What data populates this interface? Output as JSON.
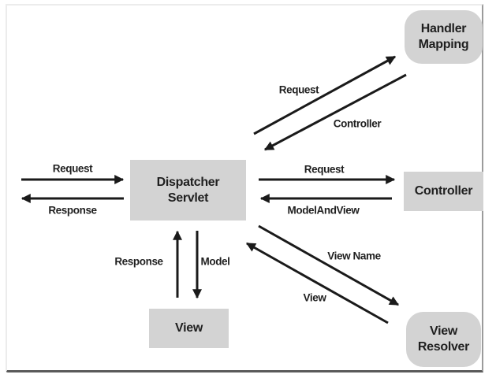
{
  "diagram": {
    "boxes": {
      "handler_mapping": {
        "label": "Handler Mapping",
        "shape": "rounded"
      },
      "dispatcher_servlet": {
        "label": "Dispatcher Servlet",
        "shape": "rect"
      },
      "controller": {
        "label": "Controller",
        "shape": "rect"
      },
      "view": {
        "label": "View",
        "shape": "rect"
      },
      "view_resolver": {
        "label": "View Resolver",
        "shape": "rounded"
      }
    },
    "arrows": {
      "left_request": {
        "label": "Request",
        "from": "client",
        "to": "dispatcher_servlet"
      },
      "left_response": {
        "label": "Response",
        "from": "dispatcher_servlet",
        "to": "client"
      },
      "hm_request": {
        "label": "Request",
        "from": "dispatcher_servlet",
        "to": "handler_mapping"
      },
      "hm_controller": {
        "label": "Controller",
        "from": "handler_mapping",
        "to": "dispatcher_servlet"
      },
      "ctrl_request": {
        "label": "Request",
        "from": "dispatcher_servlet",
        "to": "controller"
      },
      "ctrl_modelandview": {
        "label": "ModelAndView",
        "from": "controller",
        "to": "dispatcher_servlet"
      },
      "vr_viewname": {
        "label": "View Name",
        "from": "dispatcher_servlet",
        "to": "view_resolver"
      },
      "vr_view": {
        "label": "View",
        "from": "view_resolver",
        "to": "dispatcher_servlet"
      },
      "view_response": {
        "label": "Response",
        "from": "view",
        "to": "dispatcher_servlet"
      },
      "view_model": {
        "label": "Model",
        "from": "dispatcher_servlet",
        "to": "view"
      }
    },
    "colors": {
      "box_fill": "#d3d3d3",
      "arrow": "#1a1a1a",
      "text": "#1f1f1f",
      "frame_shadow": "#5a5a5a"
    }
  }
}
